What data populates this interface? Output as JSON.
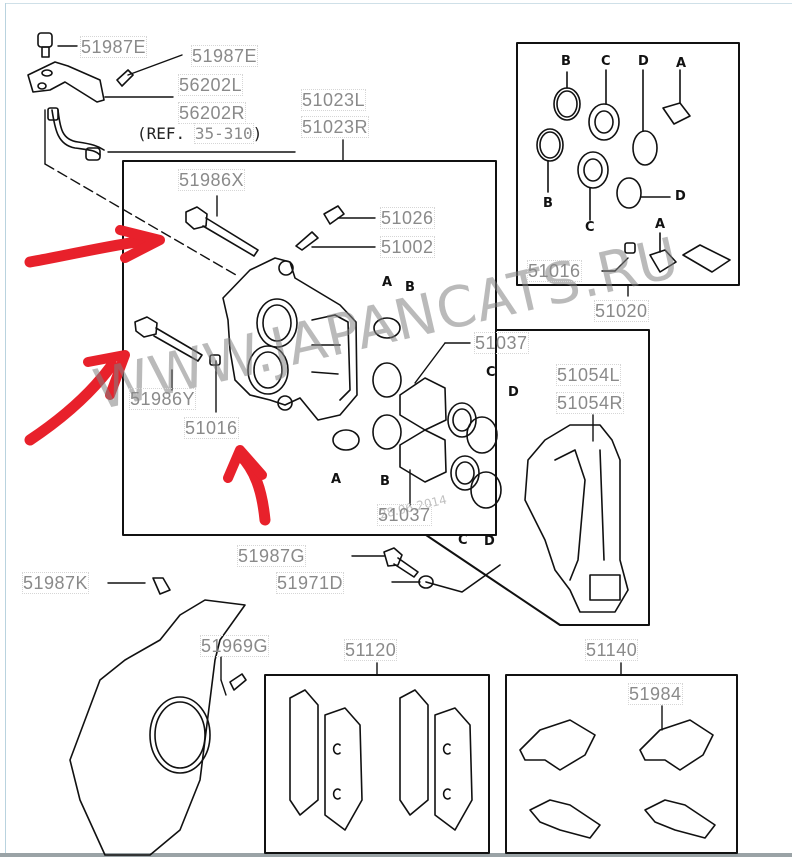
{
  "diagram": {
    "title": "Front brake caliper assembly",
    "watermark": "WWW.JAPANCATS.RU",
    "date_stamp": "28.06.2014",
    "reference_note": {
      "prefix": "(REF.",
      "number": "35-310",
      "suffix": ")"
    },
    "part_labels": {
      "p51987E_top": "51987E",
      "p51987E_right": "51987E",
      "p56202L": "56202L",
      "p56202R": "56202R",
      "p51023L": "51023L",
      "p51023R": "51023R",
      "p51986X": "51986X",
      "p51026": "51026",
      "p51002": "51002",
      "p51986Y": "51986Y",
      "p51016_main": "51016",
      "p51037_top": "51037",
      "p51037_bottom": "51037",
      "p51054L": "51054L",
      "p51054R": "51054R",
      "p51016_kit": "51016",
      "p51020": "51020",
      "p51987G": "51987G",
      "p51971D": "51971D",
      "p51987K": "51987K",
      "p51969G": "51969G",
      "p51120": "51120",
      "p51140": "51140",
      "p51984": "51984"
    },
    "seal_letters": {
      "kit_B1": "B",
      "kit_C1": "C",
      "kit_D1": "D",
      "kit_A1": "A",
      "kit_B2": "B",
      "kit_C2": "C",
      "kit_D2": "D",
      "kit_A2": "A",
      "main_A_top": "A",
      "main_B_top": "B",
      "main_A_bottom": "A",
      "main_B_bottom": "B",
      "main_C_top": "C",
      "main_D_top": "D",
      "main_C_bottom": "C",
      "main_D_bottom": "D"
    },
    "annotations": {
      "highlight_color": "#e8212b",
      "arrow_count": 3
    }
  }
}
